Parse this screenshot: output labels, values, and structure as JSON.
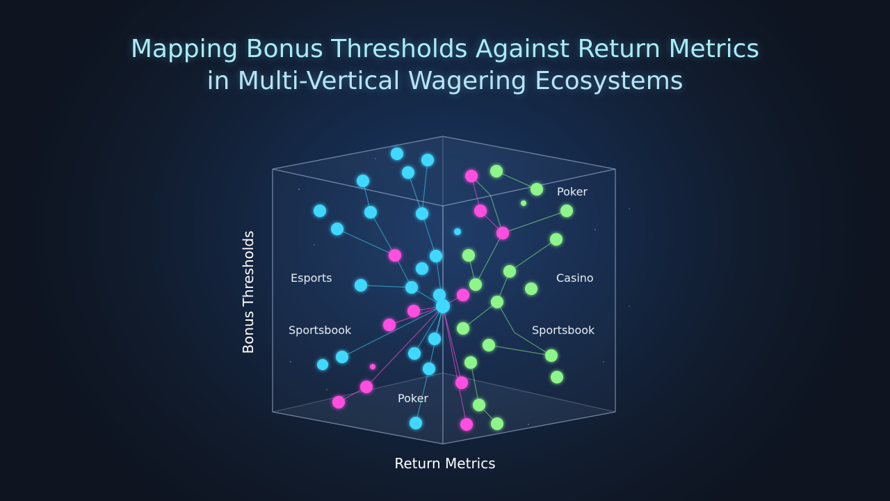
{
  "title": {
    "line1": "Mapping Bonus Thresholds Against Return Metrics",
    "line2": "in Multi-Vertical Wagering Ecosystems"
  },
  "axes": {
    "x_label": "Return Metrics",
    "y_label": "Bonus Thresholds"
  },
  "region_labels": [
    "Poker",
    "Esports",
    "Casino",
    "Sportsbook",
    "Sportsbook",
    "Poker"
  ],
  "colors": {
    "cyan_nodes": "#3fd8ff",
    "magenta_nodes": "#ff4fe0",
    "green_nodes": "#8ef58a",
    "cube_edges": "#8fa3c4",
    "title": "#a9ecf7"
  }
}
